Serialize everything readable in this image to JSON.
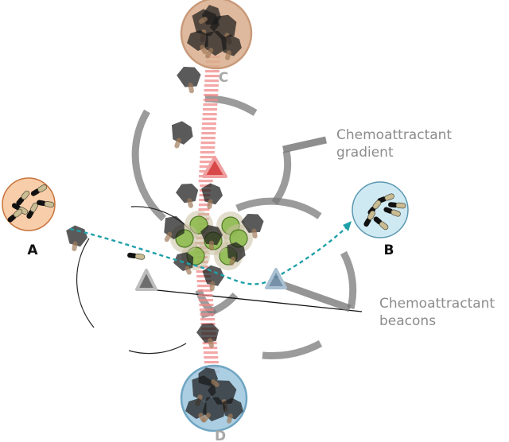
{
  "labels": {
    "a": "A",
    "b": "B",
    "c": "C",
    "d": "D"
  },
  "annotations": {
    "gradient_line1": "Chemoattractant",
    "gradient_line2": "gradient",
    "beacons_line1": "Chemoattractant",
    "beacons_line2": "beacons"
  },
  "colors": {
    "node_a_fill": "#f8cda9",
    "node_a_stroke": "#c8743c",
    "node_b_fill": "#cfe9f2",
    "node_b_stroke": "#5a98b0",
    "node_c_fill": "#d9ad8c",
    "node_d_fill": "#9cc5dd",
    "gradient_stripe": "#f08a8a",
    "path_dotted": "#1fa0a8",
    "green_cluster": "#88b848",
    "beacon_red": "#d84848",
    "beacon_gray": "#6e6e6e",
    "beacon_blue": "#5f7e9a",
    "arc_gray": "#7a7a7a"
  },
  "icons": {
    "cell": "cell-icon",
    "bacterium": "bacterium-icon",
    "beacon": "triangle-beacon-icon"
  }
}
